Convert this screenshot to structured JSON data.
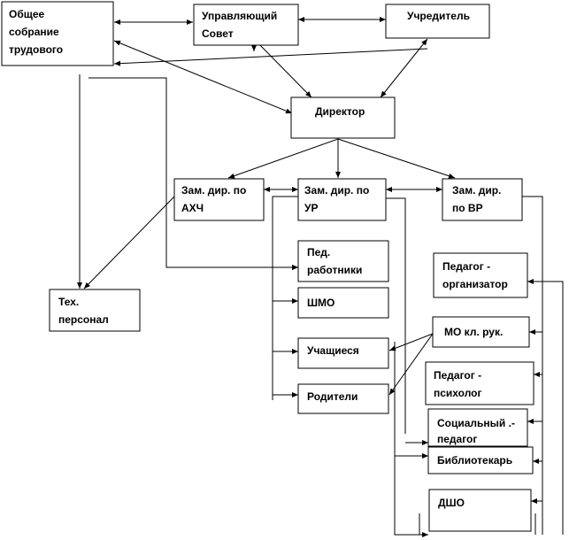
{
  "nodes": {
    "general_meeting": {
      "lines": [
        "Общее",
        "собрание",
        "трудового"
      ]
    },
    "board": {
      "lines": [
        "Управляющий",
        "Совет"
      ]
    },
    "founder": {
      "lines": [
        "Учредитель"
      ]
    },
    "director": {
      "lines": [
        "Директор"
      ]
    },
    "deputy_ahch": {
      "lines": [
        "Зам. дир. по",
        "АХЧ"
      ]
    },
    "deputy_ur": {
      "lines": [
        "Зам. дир. по",
        "УР"
      ]
    },
    "deputy_vr": {
      "lines": [
        "Зам. дир.",
        "по ВР"
      ]
    },
    "tech_staff": {
      "lines": [
        "Тех.",
        "персонал"
      ]
    },
    "ped_workers": {
      "lines": [
        "Пед.",
        "работники"
      ]
    },
    "shmo": {
      "lines": [
        "ШМО"
      ]
    },
    "students": {
      "lines": [
        "Учащиеся"
      ]
    },
    "parents": {
      "lines": [
        "Родители"
      ]
    },
    "ped_organizer": {
      "lines": [
        "Педагог -",
        "организатор"
      ]
    },
    "mo_class": {
      "lines": [
        "МО кл. рук."
      ]
    },
    "ped_psychologist": {
      "lines": [
        "Педагог -",
        "психолог"
      ]
    },
    "social_ped": {
      "lines": [
        "Социальный .-",
        "педагог"
      ]
    },
    "librarian": {
      "lines": [
        "Библиотекарь"
      ]
    },
    "dsho": {
      "lines": [
        "ДШО"
      ]
    }
  }
}
